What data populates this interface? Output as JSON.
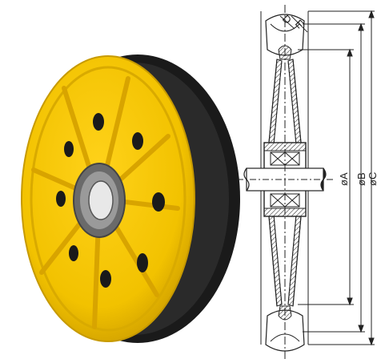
{
  "photo": {
    "subject": "yellow-pulley-wheel",
    "colors": {
      "rim": "#f2c200",
      "rim_shadow": "#c79a00",
      "rubber": "#1a1a1a",
      "hub": "#7a7a7a",
      "bore": "#e8e8e8"
    }
  },
  "drawing": {
    "labels": {
      "D": "D",
      "E": "E",
      "A": "øA",
      "B": "øB",
      "C": "øC"
    },
    "colors": {
      "line": "#222222",
      "hatch": "#333333"
    }
  }
}
